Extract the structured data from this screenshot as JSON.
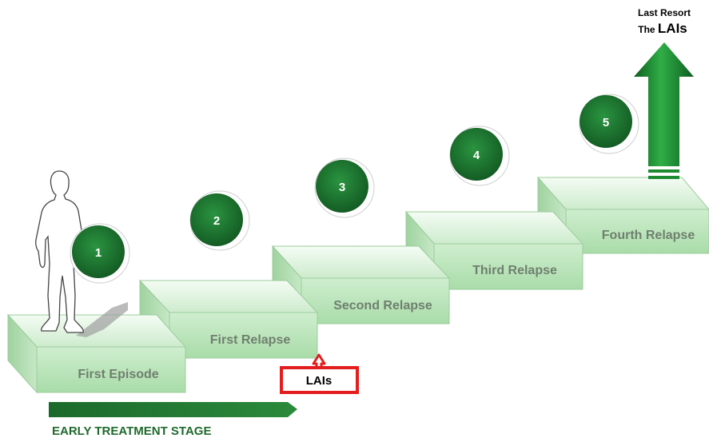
{
  "steps": [
    {
      "number": "1",
      "label": "First Episode"
    },
    {
      "number": "2",
      "label": "First Relapse"
    },
    {
      "number": "3",
      "label": "Second Relapse"
    },
    {
      "number": "4",
      "label": "Third Relapse"
    },
    {
      "number": "5",
      "label": "Fourth Relapse"
    }
  ],
  "lais_box": "LAIs",
  "arrow": {
    "line1": "Last Resort",
    "line2_prefix": "The",
    "line2_emph": "LAIs"
  },
  "stage_bar": "EARLY TREATMENT STAGE",
  "colors": {
    "circle_green": "#1e7a32",
    "step_light": "#d9f2d9",
    "step_dark": "#8ec98e",
    "arrow_green": "#1e8a32",
    "bar_green": "#1f6a2c",
    "lais_red": "#e41e1e"
  }
}
